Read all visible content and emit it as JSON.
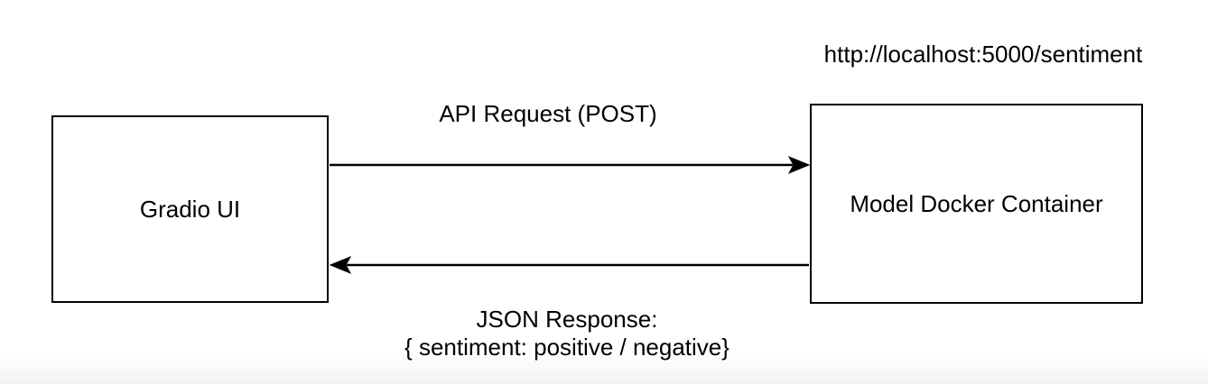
{
  "diagram": {
    "background_color": "#ffffff",
    "stroke_color": "#000000",
    "text_color": "#000000",
    "nodes": [
      {
        "id": "gradio-ui",
        "label": "Gradio UI"
      },
      {
        "id": "model-docker-container",
        "label": "Model Docker Container"
      }
    ],
    "annotations": {
      "endpoint_url": "http://localhost:5000/sentiment"
    },
    "edges": [
      {
        "from": "gradio-ui",
        "to": "model-docker-container",
        "direction": "right",
        "label": "API Request (POST)"
      },
      {
        "from": "model-docker-container",
        "to": "gradio-ui",
        "direction": "left",
        "label_line1": "JSON Response:",
        "label_line2": "{ sentiment: positive / negative}"
      }
    ]
  }
}
